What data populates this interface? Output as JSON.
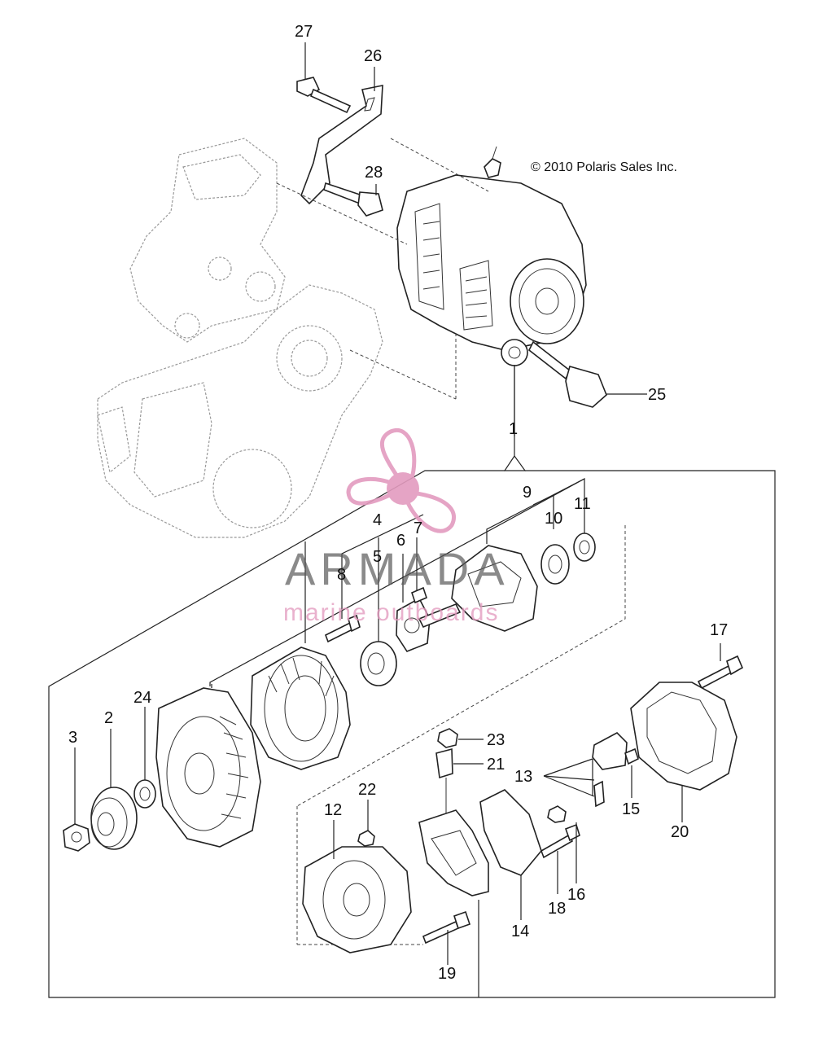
{
  "copyright": "© 2010 Polaris Sales Inc.",
  "watermark": {
    "title": "ARMADA",
    "subtitle": "marine outboards"
  },
  "callouts": [
    {
      "id": "c27",
      "text": "27"
    },
    {
      "id": "c26",
      "text": "26"
    },
    {
      "id": "c28",
      "text": "28"
    },
    {
      "id": "c25",
      "text": "25"
    },
    {
      "id": "c1",
      "text": "1"
    },
    {
      "id": "c9",
      "text": "9"
    },
    {
      "id": "c10",
      "text": "10"
    },
    {
      "id": "c11",
      "text": "11"
    },
    {
      "id": "c4",
      "text": "4"
    },
    {
      "id": "c5",
      "text": "5"
    },
    {
      "id": "c6",
      "text": "6"
    },
    {
      "id": "c7",
      "text": "7"
    },
    {
      "id": "c8",
      "text": "8"
    },
    {
      "id": "c17",
      "text": "17"
    },
    {
      "id": "c24",
      "text": "24"
    },
    {
      "id": "c2",
      "text": "2"
    },
    {
      "id": "c3",
      "text": "3"
    },
    {
      "id": "c23",
      "text": "23"
    },
    {
      "id": "c21",
      "text": "21"
    },
    {
      "id": "c13",
      "text": "13"
    },
    {
      "id": "c15",
      "text": "15"
    },
    {
      "id": "c20",
      "text": "20"
    },
    {
      "id": "c22",
      "text": "22"
    },
    {
      "id": "c12",
      "text": "12"
    },
    {
      "id": "c16",
      "text": "16"
    },
    {
      "id": "c18",
      "text": "18"
    },
    {
      "id": "c14",
      "text": "14"
    },
    {
      "id": "c19",
      "text": "19"
    }
  ],
  "colors": {
    "line": "#222222",
    "ghost": "#999999",
    "watermark_gray": "#5a5a5a",
    "watermark_pink": "#e39bbf"
  }
}
